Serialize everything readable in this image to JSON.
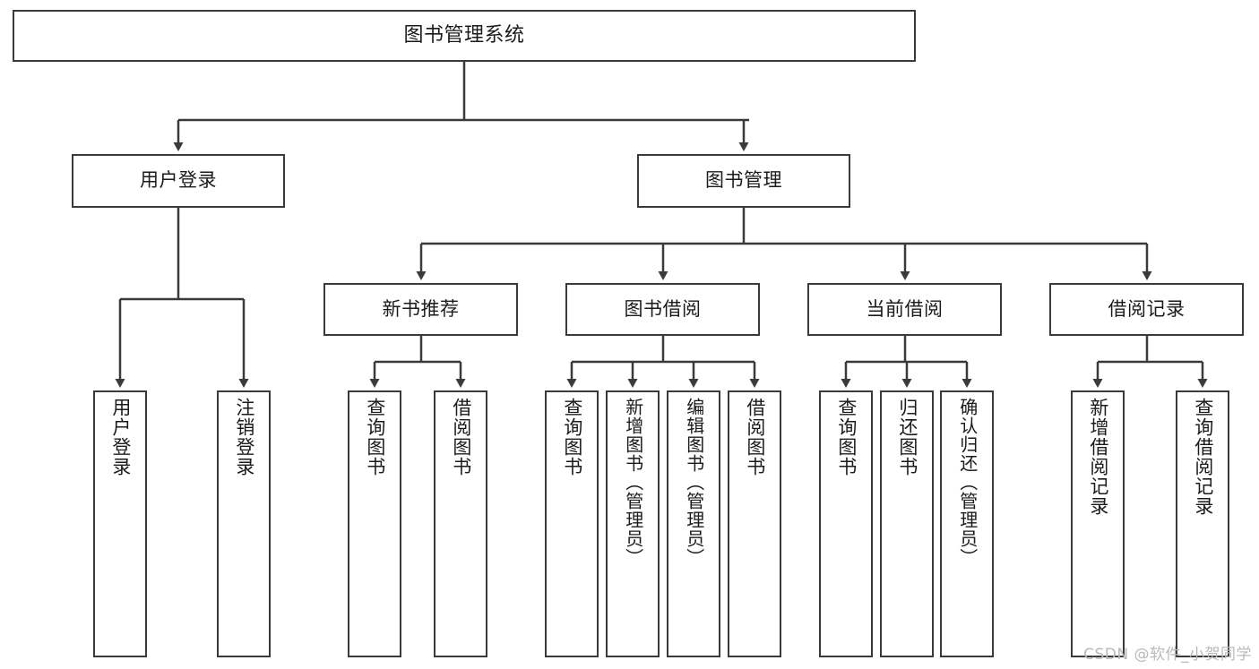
{
  "diagram": {
    "title": "图书管理系统",
    "type": "hierarchy-tree",
    "root": {
      "id": "root",
      "label": "图书管理系统",
      "orientation": "horizontal"
    },
    "level2": [
      {
        "id": "user-login",
        "label": "用户登录",
        "orientation": "horizontal"
      },
      {
        "id": "book-manage",
        "label": "图书管理",
        "orientation": "horizontal"
      }
    ],
    "level3": [
      {
        "id": "new-book-recommend",
        "label": "新书推荐",
        "orientation": "horizontal",
        "parent": "book-manage"
      },
      {
        "id": "book-borrow",
        "label": "图书借阅",
        "orientation": "horizontal",
        "parent": "book-manage"
      },
      {
        "id": "current-borrow",
        "label": "当前借阅",
        "orientation": "horizontal",
        "parent": "book-manage"
      },
      {
        "id": "borrow-record",
        "label": "借阅记录",
        "orientation": "horizontal",
        "parent": "book-manage"
      }
    ],
    "leaves": [
      {
        "id": "leaf-user-login",
        "label": "用户登录",
        "parent": "user-login"
      },
      {
        "id": "leaf-logout-login",
        "label": "注销登录",
        "parent": "user-login"
      },
      {
        "id": "leaf-query-book-1",
        "label": "查询图书",
        "parent": "new-book-recommend"
      },
      {
        "id": "leaf-borrow-book-1",
        "label": "借阅图书",
        "parent": "new-book-recommend"
      },
      {
        "id": "leaf-query-book-2",
        "label": "查询图书",
        "parent": "book-borrow"
      },
      {
        "id": "leaf-add-book",
        "label": "新增图书（管理员）",
        "parent": "book-borrow"
      },
      {
        "id": "leaf-edit-book",
        "label": "编辑图书（管理员）",
        "parent": "book-borrow"
      },
      {
        "id": "leaf-borrow-book-2",
        "label": "借阅图书",
        "parent": "book-borrow"
      },
      {
        "id": "leaf-query-book-3",
        "label": "查询图书",
        "parent": "current-borrow"
      },
      {
        "id": "leaf-return-book",
        "label": "归还图书",
        "parent": "current-borrow"
      },
      {
        "id": "leaf-confirm-return",
        "label": "确认归还（管理员）",
        "parent": "current-borrow"
      },
      {
        "id": "leaf-add-record",
        "label": "新增借阅记录",
        "parent": "borrow-record"
      },
      {
        "id": "leaf-query-record",
        "label": "查询借阅记录",
        "parent": "borrow-record"
      }
    ],
    "colors": {
      "stroke": "#3a3a3a",
      "fill": "#ffffff",
      "text": "#1b1b1b",
      "watermark": "#b9b9b9"
    }
  },
  "watermark": {
    "text": "CSDN @软件_小贺同学"
  }
}
